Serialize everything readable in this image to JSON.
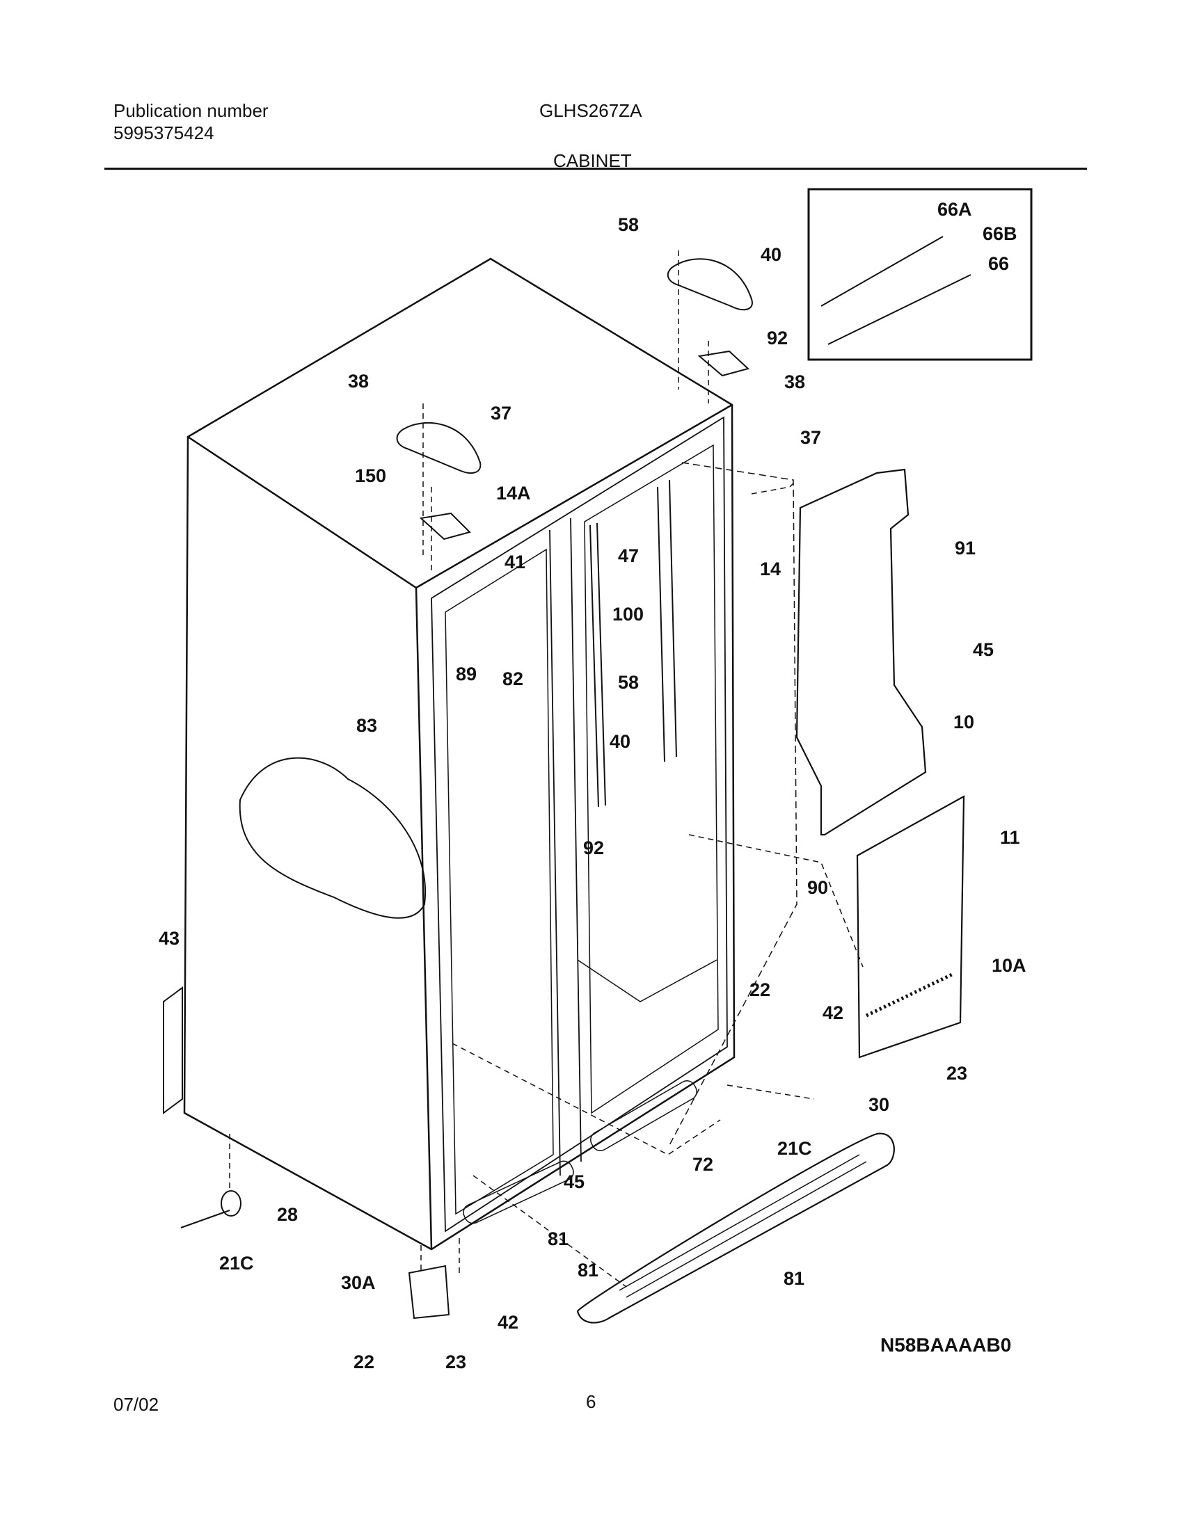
{
  "header": {
    "publication_label": "Publication number",
    "publication_number": "5995375424",
    "model": "GLHS267ZA",
    "section": "CABINET"
  },
  "diagram": {
    "drawing_code": "N58BAAAAB0",
    "callouts": [
      "66A",
      "66B",
      "66",
      "58",
      "40",
      "92",
      "38",
      "37",
      "14",
      "91",
      "45",
      "10",
      "11",
      "90",
      "10A",
      "23",
      "22",
      "42",
      "30",
      "21C",
      "72",
      "81",
      "47",
      "100",
      "58",
      "40",
      "92",
      "38",
      "37",
      "150",
      "14A",
      "41",
      "89",
      "82",
      "83",
      "43",
      "28",
      "21C",
      "30A",
      "23",
      "22",
      "42",
      "45",
      "81",
      "81"
    ]
  },
  "footer": {
    "date": "07/02",
    "page": "6"
  }
}
